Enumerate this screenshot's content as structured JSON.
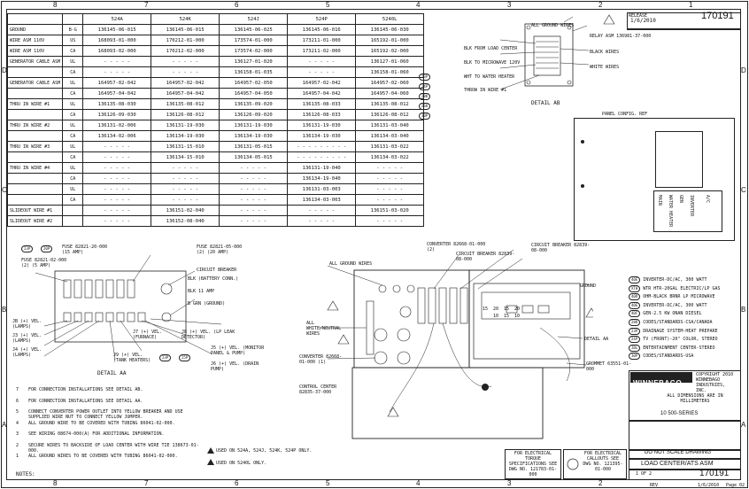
{
  "zones_top": [
    "8",
    "7",
    "6",
    "5",
    "4",
    "3",
    "2",
    "1"
  ],
  "zones_side": [
    "D",
    "C",
    "B",
    "A"
  ],
  "table": {
    "headers": [
      "524A",
      "524K",
      "524J",
      "524P",
      "5240L"
    ],
    "rows": [
      {
        "label": "GROUND",
        "sub": "B-G",
        "cells": [
          "136145-06-015",
          "136145-06-015",
          "136145-06-025",
          "136145-06-016",
          "136145-06-030"
        ]
      },
      {
        "label": "WIRE ASM 110V",
        "sub": "US",
        "cells": [
          "168093-01-000",
          "170212-01-000",
          "173574-01-000",
          "173211-01-000",
          "165192-01-000"
        ]
      },
      {
        "label": "WIRE ASM 110V",
        "sub": "CA",
        "cells": [
          "168093-02-000",
          "170212-02-000",
          "173574-02-000",
          "173211-02-000",
          "165192-02-000"
        ]
      },
      {
        "label": "GENERATOR CABLE ASM",
        "sub": "UL",
        "cells": [
          "- - - - -",
          "- - - - -",
          "136127-01-020",
          "- - - - -",
          "136127-01-060"
        ]
      },
      {
        "label": "",
        "sub": "CA",
        "cells": [
          "- - - - -",
          "- - - - -",
          "136158-01-035",
          "- - - - -",
          "136158-01-060"
        ]
      },
      {
        "label": "GENERATOR CABLE ASM",
        "sub": "UL",
        "cells": [
          "164957-02-042",
          "164957-02-042",
          "164957-02-050",
          "164957-02-042",
          "164957-02-060"
        ]
      },
      {
        "label": "",
        "sub": "CA",
        "cells": [
          "164957-04-042",
          "164957-04-042",
          "164957-04-050",
          "164957-04-042",
          "164957-04-060"
        ]
      },
      {
        "label": "THRU IN WIRE #1",
        "sub": "UL",
        "cells": [
          "136135-08-030",
          "136135-08-012",
          "136135-09-020",
          "136135-08-033",
          "136135-08-012"
        ]
      },
      {
        "label": "",
        "sub": "CA",
        "cells": [
          "136126-09-030",
          "136126-08-012",
          "136126-09-020",
          "136126-08-033",
          "136126-08-012"
        ]
      },
      {
        "label": "THRU IN WIRE #2",
        "sub": "UL",
        "cells": [
          "136131-02-006",
          "136131-19-030",
          "136131-19-030",
          "136131-19-030",
          "136131-03-040"
        ]
      },
      {
        "label": "",
        "sub": "CA",
        "cells": [
          "136134-02-006",
          "136134-19-030",
          "136134-19-030",
          "136134-19-030",
          "136134-03-040"
        ]
      },
      {
        "label": "THRU IN WIRE #3",
        "sub": "UL",
        "cells": [
          "- - - - -",
          "136131-15-010",
          "136131-05-015",
          "- - - - - - - - -",
          "136131-03-022"
        ]
      },
      {
        "label": "",
        "sub": "CA",
        "cells": [
          "- - - - -",
          "136134-15-010",
          "136134-05-015",
          "- - - - - - - - -",
          "136134-03-022"
        ]
      },
      {
        "label": "THRU IN WIRE #4",
        "sub": "UL",
        "cells": [
          "- - - - -",
          "- - - - -",
          "- - - - -",
          "136131-19-040",
          "- - - - -"
        ]
      },
      {
        "label": "",
        "sub": "CA",
        "cells": [
          "- - - - -",
          "- - - - -",
          "- - - - -",
          "136134-19-040",
          "- - - - -"
        ]
      },
      {
        "label": "",
        "sub": "UL",
        "cells": [
          "- - - - -",
          "- - - - -",
          "- - - - -",
          "136131-03-003",
          "- - - - -"
        ]
      },
      {
        "label": "",
        "sub": "CA",
        "cells": [
          "- - - - -",
          "- - - - -",
          "- - - - -",
          "136134-03-003",
          "- - - - -"
        ]
      },
      {
        "label": "SLIDEOUT WIRE #1",
        "sub": "",
        "cells": [
          "- - - - -",
          "136151-02-040",
          "- - - - -",
          "- - - - -",
          "136151-03-020"
        ]
      },
      {
        "label": "SLIDEOUT WIRE #2",
        "sub": "",
        "cells": [
          "- - - - -",
          "136152-08-040",
          "- - - - -",
          "- - - - -",
          "- - - - -"
        ]
      }
    ],
    "side_tags": [
      "23P",
      "24P",
      "28K",
      "26K",
      "30P"
    ]
  },
  "detail_ab": {
    "title": "DETAIL AB",
    "labels": [
      "ALL GROUND WIRES",
      "RELAY ASM 136981-37-000",
      "BLK FROM LOAD CENTER",
      "BLK TO MICROWAVE 120V",
      "WHT TO WATER HEATER",
      "THROW IN WIRE #1",
      "BLACK WIRES",
      "WHITE WIRES"
    ]
  },
  "panel": {
    "label": "PANEL CONFIG. REF",
    "switches": [
      "MAIN",
      "WATER HEATER",
      "GEN",
      "INVERTER",
      "A/C"
    ]
  },
  "detail_aa_left": {
    "title": "DETAIL AA",
    "fuse_left": "FUSE 82821-02-000 (2) (5 AMP)",
    "fuse_top": "FUSE 82821-20-000 (15 AMP)",
    "fuse_right": "FUSE 82821-05-000 (2) (20 AMP)",
    "cb_label": "CIRCUIT BREAKER",
    "tags": [
      "23P",
      "20P",
      "23P",
      "25P"
    ],
    "labels": [
      "BLK (BATTERY CONN.)",
      "BLK 11 AMP",
      "B GRN (GROUND)",
      "JB (+) VEL. (LAMPS)",
      "J3 (+) VEL. (LAMPS)",
      "J4 (+) VEL. (LAMPS)",
      "J7 (+) VEL. (FURNACE)",
      "J8 (+) VEL. (LP LEAK DETECTOR)",
      "J9 (+) VEL. (TANK HEATERS)",
      "J5 (+) VEL. (MONITOR PANEL & PUMP)",
      "J6 (+) VEL. (DRAIN PUMP)"
    ]
  },
  "center": {
    "labels": [
      "CONVERTER 82668-01-000 (2)",
      "CIRCUIT BREAKER 82839-08-000",
      "CIRCUIT BREAKER 82839-08-000",
      "ALL GROUND WIRES",
      "ALL WHITE/NEUTRAL WIRES",
      "CONVERTER 82668-01-000 (1)",
      "CONTROL CENTER 82835-37-000",
      "GROUND",
      "DETAIL AA",
      "GROMMET 63551-01-000"
    ],
    "breaker_values": [
      "15",
      "20",
      "15",
      "20",
      "10",
      "15",
      "10"
    ]
  },
  "legend": [
    {
      "tag": "40E",
      "text": "INVERTER-DC/AC, 300 WATT"
    },
    {
      "tag": "XTH",
      "text": "WTR HTR-20GAL ELECTRIC/LP GAS"
    },
    {
      "tag": "40R",
      "text": "OHM-BLACK BRNR LP MICROWAVE"
    },
    {
      "tag": "40E",
      "text": "INVERTER-DC/AC, 300 WATT"
    },
    {
      "tag": "40F",
      "text": "GEN-2.5 KW ONAN DIESEL"
    },
    {
      "tag": "28K",
      "text": "CODES/STANDARDS-CSA/CANADA"
    },
    {
      "tag": "23P",
      "text": "DRAINAGE SYSTEM-HEAT PREPARE"
    },
    {
      "tag": "24P",
      "text": "TV (FRONT)-20\" COLOR, STEREO"
    },
    {
      "tag": "JBL",
      "text": "ENTERTAINMENT CENTER-STEREO"
    },
    {
      "tag": "30P",
      "text": "CODES/STANDARDS-USA"
    }
  ],
  "notes": [
    {
      "mark": "7",
      "text": "FOR CONNECTION INSTALLATIONS SEE DETAIL AB."
    },
    {
      "mark": "6",
      "text": "FOR CONNECTION INSTALLATIONS SEE DETAIL AA."
    },
    {
      "mark": "5",
      "text": "CONNECT CONVERTER POWER OUTLET INTO YELLOW BREAKER AND USE SUPPLIED WIRE NUT TO CONNECT YELLOW JUMPER."
    },
    {
      "mark": "4",
      "text": "ALL GROUND WIRE TO BE COVERED WITH TUBING 86041-02-000."
    },
    {
      "mark": "3",
      "text": "SEE WIRING 08674-000(A) FOR ADDITIONAL INFORMATION."
    },
    {
      "mark": "2",
      "text": "SECURE WIRES TO BACKSIDE OF LOAD CENTER WITH WIRE TIE 138673-01-000."
    },
    {
      "mark": "1",
      "text": "ALL GROUND WIRES TO BE COVERED WITH TUBING 86041-02-000."
    }
  ],
  "used_on": [
    "USED ON 524A, 524J, 524K, 524P ONLY.",
    "USED ON 5240L ONLY."
  ],
  "notes_label": "NOTES:",
  "spec_box": "FOR ELECTRICAL TORQUE SPECIFICATIONS SEE DWG NO. 121783-01-000",
  "flag_box": "FOR ELECTRICAL CALLOUTS SEE DWG NO. 121395-01-000",
  "title_block": {
    "release": "RELEASE",
    "release_date": "1/6/2010",
    "dwg_no": "170191",
    "company": "WINNEBAGO",
    "copyright": "COPYRIGHT 2010 WINNEBAGO INDUSTRIES, INC.",
    "dims": "ALL DIMENSIONS ARE IN MILLIMETERS",
    "series": "10 500-SERIES",
    "do_not_scale": "DO NOT SCALE DRAWING",
    "title": "LOAD CENTER/ATS ASM",
    "sheet": "1 OF 2",
    "page": "Page 02",
    "date_bottom": "1/6/2010",
    "rev": "REV"
  }
}
